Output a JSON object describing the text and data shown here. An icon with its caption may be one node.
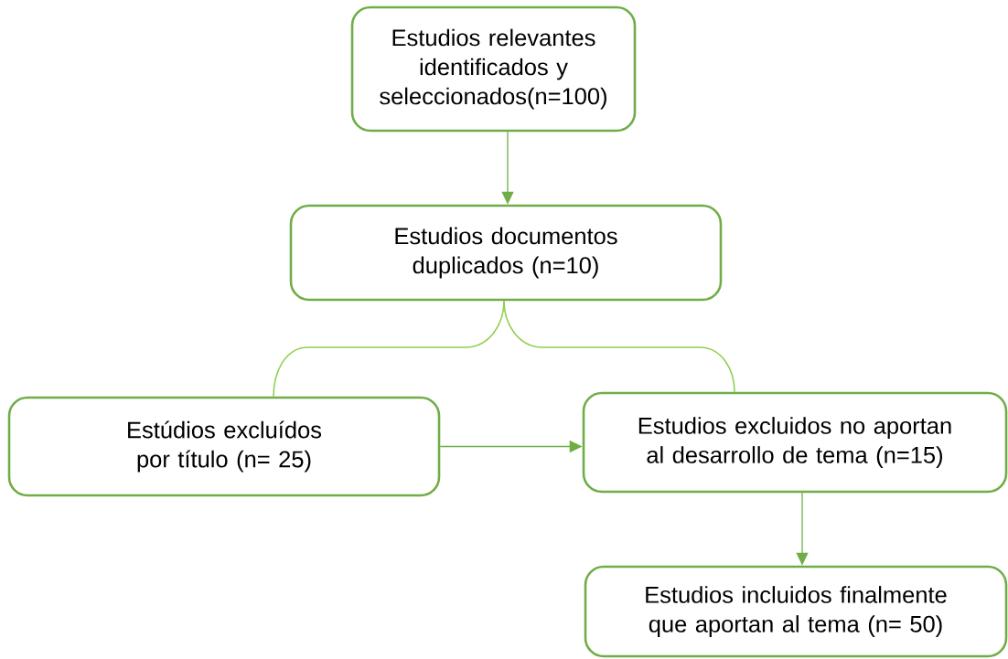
{
  "diagram": {
    "nodes": [
      {
        "text": [
          "Estudios relevantes identificados y seleccionados(n=100)"
        ]
      },
      {
        "text": [
          "Estudios documentos duplicados (n=10)"
        ]
      },
      {
        "text": [
          "Estúdios excluídos por título (n= 25)"
        ]
      },
      {
        "text": [
          "Estudios excluidos no aportan al desarrollo de tema (n=15)"
        ]
      },
      {
        "text": [
          "Estudios incluidos finalmente que aportan al tema (n= 50)"
        ]
      }
    ],
    "edges": [
      {
        "from": 0,
        "to": 1,
        "arrow": "to"
      },
      {
        "from": 1,
        "to": 2,
        "arrow": "none",
        "color": "#92d050"
      },
      {
        "from": 1,
        "to": 3,
        "arrow": "none",
        "color": "#92d050"
      },
      {
        "from": 2,
        "to": 3,
        "arrow": "to"
      },
      {
        "from": 3,
        "to": 4,
        "arrow": "to"
      }
    ]
  }
}
